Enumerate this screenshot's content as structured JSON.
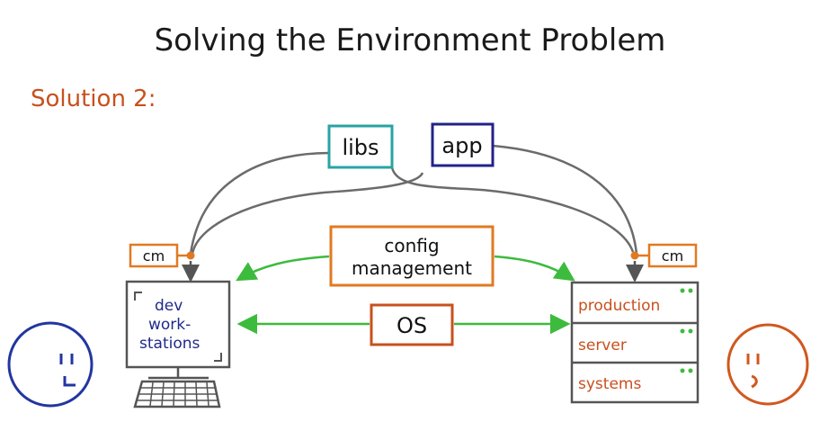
{
  "title": "Solving the Environment Problem",
  "subtitle": "Solution 2:",
  "boxes": {
    "libs": "libs",
    "app": "app",
    "config_line1": "config",
    "config_line2": "management",
    "os": "OS",
    "cm_left": "cm",
    "cm_right": "cm"
  },
  "dev_station": [
    "dev",
    "work-",
    "stations"
  ],
  "server": [
    "production",
    "server",
    "systems"
  ],
  "colors": {
    "title": "#1a1a1a",
    "subtitle": "#c8501e",
    "libs": "#2aa3a3",
    "app": "#22228a",
    "config": "#e07a22",
    "os": "#c8501e",
    "arrow_green": "#3dbb3d",
    "curve_gray": "#6b6b6b",
    "dev_text": "#1f2a8a",
    "server_text": "#c8501e",
    "face_left": "#2236a0",
    "face_right": "#d0581e",
    "server_led": "#3dbb3d"
  },
  "icons": [
    "desktop-monitor-icon",
    "keyboard-icon",
    "server-rack-icon",
    "smiley-face-icon"
  ]
}
